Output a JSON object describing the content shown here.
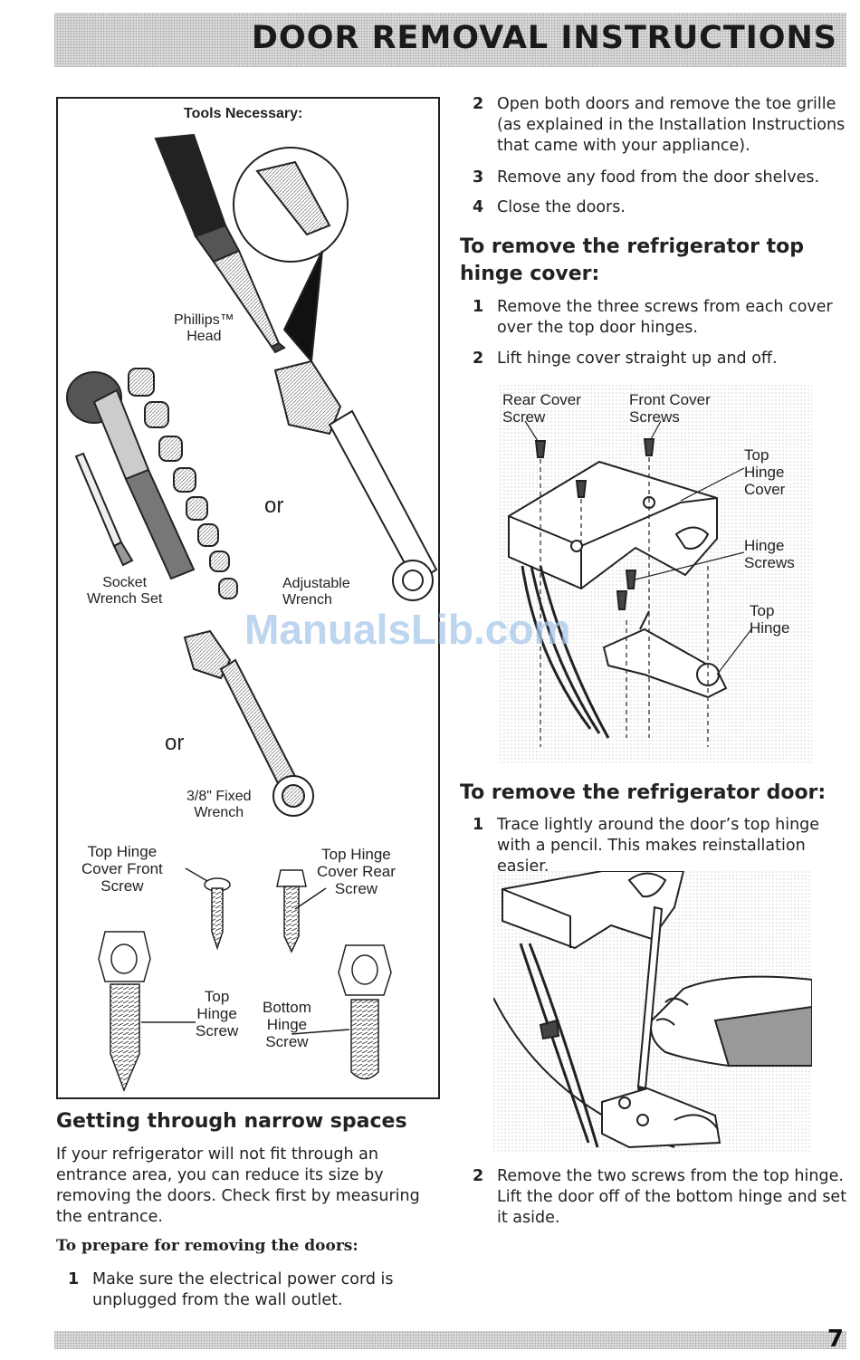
{
  "header": {
    "title": "DOOR REMOVAL INSTRUCTIONS"
  },
  "tools_box": {
    "heading": "Tools Necessary:",
    "phillips": "Phillips™\nHead",
    "socket": "Socket\nWrench Set",
    "adjustable": "Adjustable\nWrench",
    "or_1": "or",
    "or_2": "or",
    "fixed": "3/8\" Fixed\nWrench",
    "front_screw": "Top Hinge\nCover Front\nScrew",
    "rear_screw": "Top Hinge\nCover Rear\nScrew",
    "top_hinge_screw": "Top\nHinge\nScrew",
    "bottom_hinge_screw": "Bottom\nHinge\nScrew"
  },
  "narrow": {
    "heading": "Getting through narrow spaces",
    "paragraph": "If your refrigerator will not fit through an entrance area, you can reduce its size by removing the doors. Check first by measuring the entrance.",
    "prepare_heading": "To prepare for removing the doors:",
    "steps": [
      {
        "num": "1",
        "text": "Make sure the electrical power cord is unplugged from the wall outlet."
      }
    ]
  },
  "prep_steps": [
    {
      "num": "2",
      "text": "Open both doors and remove the toe grille (as explained in the Installation Instructions that came with your appliance)."
    },
    {
      "num": "3",
      "text": "Remove any food from the door shelves."
    },
    {
      "num": "4",
      "text": "Close the doors."
    }
  ],
  "hinge_cover": {
    "heading": "To remove the refrigerator top hinge cover:",
    "steps": [
      {
        "num": "1",
        "text": "Remove the three screws from each cover over the top door hinges."
      },
      {
        "num": "2",
        "text": "Lift hinge cover straight up and off."
      }
    ],
    "figure_labels": {
      "rear": "Rear Cover\nScrew",
      "front": "Front Cover\nScrews",
      "top_cover": "Top\nHinge\nCover",
      "hinge_screws": "Hinge\nScrews",
      "top_hinge": "Top\nHinge"
    }
  },
  "door": {
    "heading": "To remove the refrigerator door:",
    "steps": [
      {
        "num": "1",
        "text": "Trace lightly around the door’s top hinge with a pencil. This makes reinstallation easier."
      },
      {
        "num": "2",
        "text": "Remove the two screws from the top hinge. Lift the door off of the bottom hinge and set it aside."
      }
    ]
  },
  "watermark": "ManualsLib.com",
  "page_number": "7"
}
